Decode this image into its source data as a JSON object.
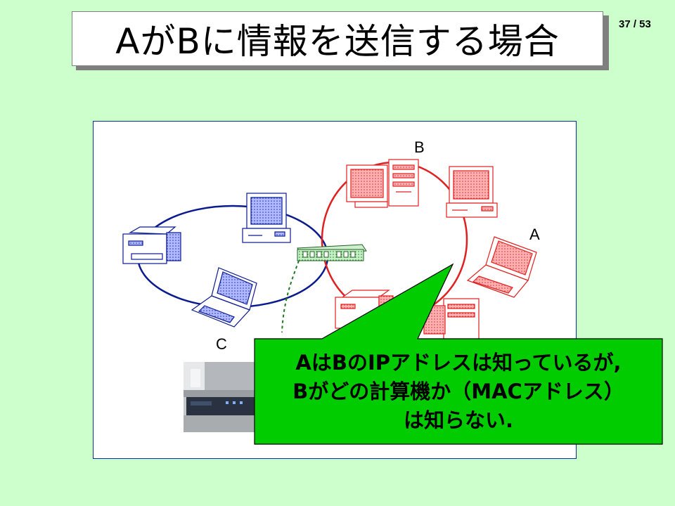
{
  "slide": {
    "title": "AがBに情報を送信する場合",
    "page_number": "37 / 53"
  },
  "diagram": {
    "labels": {
      "b": "B",
      "a": "A",
      "c": "C"
    }
  },
  "callout": {
    "lines": [
      "AはBのIPアドレスは知っているが,",
      "Bがどの計算機か（MACアドレス）",
      "は知らない."
    ]
  },
  "colors": {
    "background": "#ccffcc",
    "blue_network": "#0a1a8f",
    "red_network": "#e02020",
    "callout_fill": "#00cc00",
    "hub": "#66cc66"
  }
}
